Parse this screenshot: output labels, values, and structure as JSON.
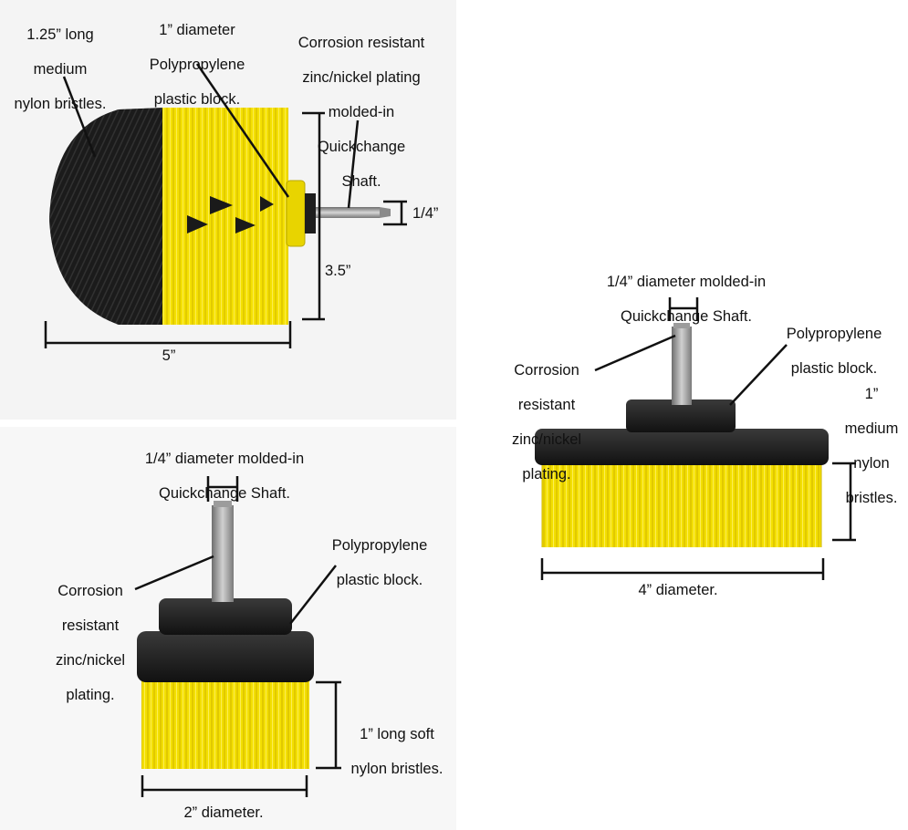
{
  "colors": {
    "bristle_yellow": "#f5e100",
    "bristle_black": "#1c1c1c",
    "block_black": "#1e1e1e",
    "shaft_steel": "#9a9a9a",
    "annotation": "#111111"
  },
  "drill_brush": {
    "bristle_length_label": [
      "1.25” long",
      "medium",
      "nylon bristles."
    ],
    "block_label": [
      "1” diameter",
      "Polypropylene",
      "plastic block."
    ],
    "shaft_label": [
      "Corrosion resistant",
      "zinc/nickel plating",
      "molded-in",
      "Quickchange",
      "Shaft."
    ],
    "shaft_size_label": "1/4”",
    "height_label": "3.5”",
    "width_label": "5”"
  },
  "large_flat_brush": {
    "shaft_label": [
      "1/4” diameter molded-in",
      "Quickchange Shaft."
    ],
    "block_label": [
      "Polypropylene",
      "plastic block."
    ],
    "plating_label": [
      "Corrosion",
      "resistant",
      "zinc/nickel",
      "plating."
    ],
    "bristle_label": [
      "1”",
      "medium",
      "nylon",
      "bristles."
    ],
    "diameter_label": "4” diameter."
  },
  "small_flat_brush": {
    "shaft_label": [
      "1/4” diameter molded-in",
      "Quickchange Shaft."
    ],
    "block_label": [
      "Polypropylene",
      "plastic block."
    ],
    "plating_label": [
      "Corrosion",
      "resistant",
      "zinc/nickel",
      "plating."
    ],
    "bristle_label": [
      "1” long soft",
      "nylon bristles."
    ],
    "diameter_label": "2” diameter."
  }
}
